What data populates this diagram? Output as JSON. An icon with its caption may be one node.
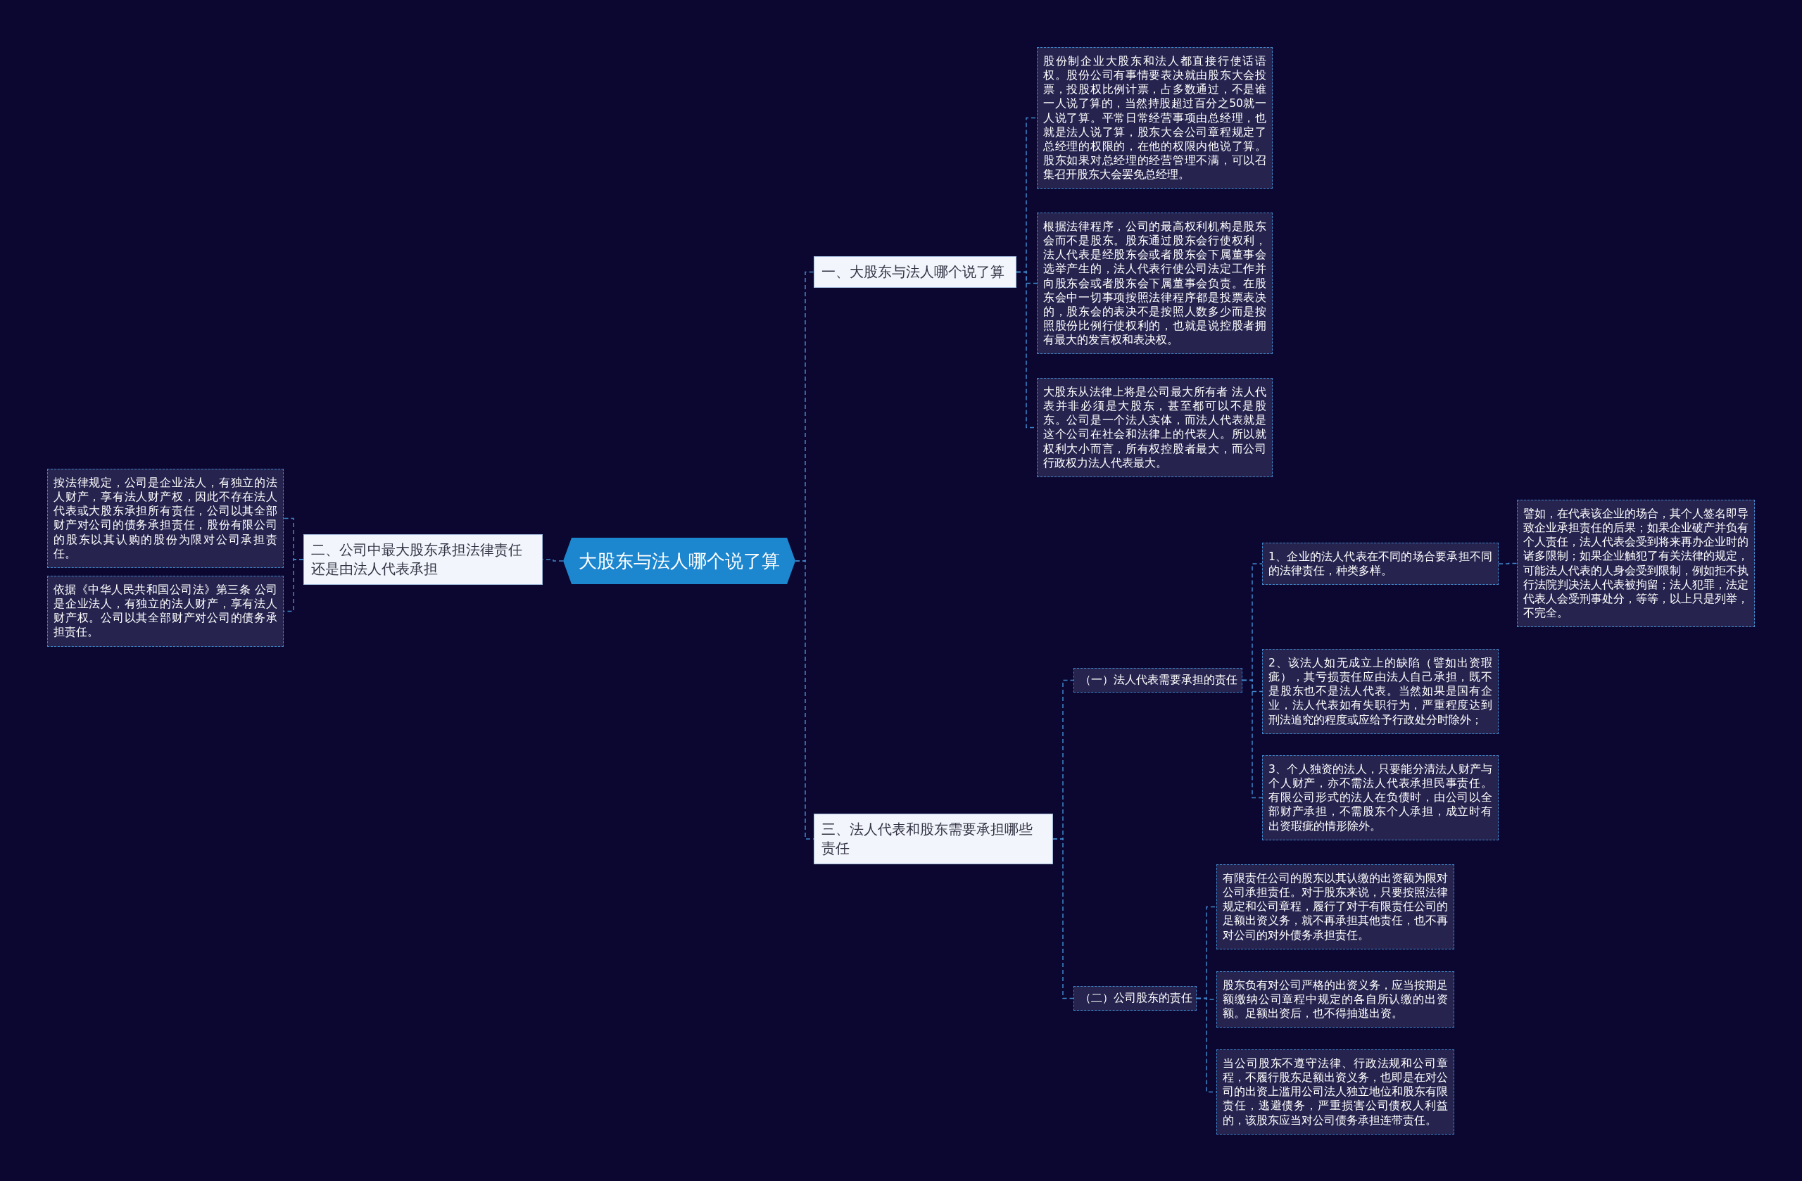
{
  "diagram": {
    "nodes": [
      {
        "text": [
          "大股东与法人哪个说了算"
        ]
      },
      {
        "text": [
          "一、大股东与法人哪个说了算"
        ]
      },
      {
        "text": [
          "股份制企业大股东和法人都直接行使话语权。股份公司有事情要表决就由股东大会投票，投股权比例计票，占多数通过，不是谁一人说了算的，当然持股超过百分之50就一人说了算。平常日常经营事项由总经理，也就是法人说了算，股东大会公司章程规定了总经理的权限的，在他的权限内他说了算。股东如果对总经理的经营管理不满，可以召集召开股东大会罢免总经理。"
        ]
      },
      {
        "text": [
          "根据法律程序，公司的最高权利机构是股东会而不是股东。股东通过股东会行使权利，法人代表是经股东会或者股东会下属董事会选举产生的，法人代表行使公司法定工作并向股东会或者股东会下属董事会负责。在股东会中一切事项按照法律程序都是投票表决的，股东会的表决不是按照人数多少而是按照股份比例行使权利的，也就是说控股者拥有最大的发言权和表决权。"
        ]
      },
      {
        "text": [
          "大股东从法律上将是公司最大所有者 法人代表并非必须是大股东，甚至都可以不是股东。公司是一个法人实体，而法人代表就是这个公司在社会和法律上的代表人。所以就权利大小而言，所有权控股者最大，而公司行政权力法人代表最大。"
        ]
      },
      {
        "text": [
          "二、公司中最大股东承担法律责任还是由法人代表承担"
        ]
      },
      {
        "text": [
          "按法律规定，公司是企业法人，有独立的法人财产，享有法人财产权，因此不存在法人代表或大股东承担所有责任，公司以其全部财产对公司的债务承担责任，股份有限公司的股东以其认购的股份为限对公司承担责任。"
        ]
      },
      {
        "text": [
          "依据《中华人民共和国公司法》第三条 公司是企业法人，有独立的法人财产，享有法人财产权。公司以其全部财产对公司的债务承担责任。"
        ]
      },
      {
        "text": [
          "三、法人代表和股东需要承担哪些责任"
        ]
      },
      {
        "text": [
          "（一）法人代表需要承担的责任"
        ]
      },
      {
        "text": [
          "1、企业的法人代表在不同的场合要承担不同的法律责任，种类多样。"
        ]
      },
      {
        "text": [
          "譬如，在代表该企业的场合，其个人签名即导致企业承担责任的后果；如果企业破产并负有个人责任，法人代表会受到将来再办企业时的诸多限制；如果企业触犯了有关法律的规定，可能法人代表的人身会受到限制，例如拒不执行法院判决法人代表被拘留；法人犯罪，法定代表人会受刑事处分，等等，以上只是列举，不完全。"
        ]
      },
      {
        "text": [
          "2、该法人如无成立上的缺陷（譬如出资瑕疵），其亏损责任应由法人自己承担，既不是股东也不是法人代表。当然如果是国有企业，法人代表如有失职行为，严重程度达到刑法追究的程度或应给予行政处分时除外；"
        ]
      },
      {
        "text": [
          "3、个人独资的法人，只要能分清法人财产与个人财产，亦不需法人代表承担民事责任。有限公司形式的法人在负债时，由公司以全部财产承担，不需股东个人承担，成立时有出资瑕疵的情形除外。"
        ]
      },
      {
        "text": [
          "（二）公司股东的责任"
        ]
      },
      {
        "text": [
          "有限责任公司的股东以其认缴的出资额为限对公司承担责任。对于股东来说，只要按照法律规定和公司章程，履行了对于有限责任公司的足额出资义务，就不再承担其他责任，也不再对公司的对外债务承担责任。"
        ]
      },
      {
        "text": [
          "股东负有对公司严格的出资义务，应当按期足额缴纳公司章程中规定的各自所认缴的出资额。足额出资后，也不得抽逃出资。"
        ]
      },
      {
        "text": [
          "当公司股东不遵守法律、行政法规和公司章程，不履行股东足额出资义务，也即是在对公司的出资上滥用公司法人独立地位和股东有限责任，逃避债务，严重损害公司债权人利益的，该股东应当对公司债务承担连带责任。"
        ]
      }
    ],
    "edges": [
      {
        "from": 0,
        "to": 1,
        "arrow": "none"
      },
      {
        "from": 0,
        "to": 8,
        "arrow": "none"
      },
      {
        "from": 0,
        "to": 5,
        "arrow": "none"
      },
      {
        "from": 1,
        "to": 2,
        "arrow": "none"
      },
      {
        "from": 1,
        "to": 3,
        "arrow": "none"
      },
      {
        "from": 1,
        "to": 4,
        "arrow": "none"
      },
      {
        "from": 5,
        "to": 6,
        "arrow": "none"
      },
      {
        "from": 5,
        "to": 7,
        "arrow": "none"
      },
      {
        "from": 8,
        "to": 9,
        "arrow": "none"
      },
      {
        "from": 8,
        "to": 14,
        "arrow": "none"
      },
      {
        "from": 9,
        "to": 10,
        "arrow": "none"
      },
      {
        "from": 9,
        "to": 12,
        "arrow": "none"
      },
      {
        "from": 9,
        "to": 13,
        "arrow": "none"
      },
      {
        "from": 10,
        "to": 11,
        "arrow": "none"
      },
      {
        "from": 14,
        "to": 15,
        "arrow": "none"
      },
      {
        "from": 14,
        "to": 16,
        "arrow": "none"
      },
      {
        "from": 14,
        "to": 17,
        "arrow": "none"
      }
    ]
  }
}
